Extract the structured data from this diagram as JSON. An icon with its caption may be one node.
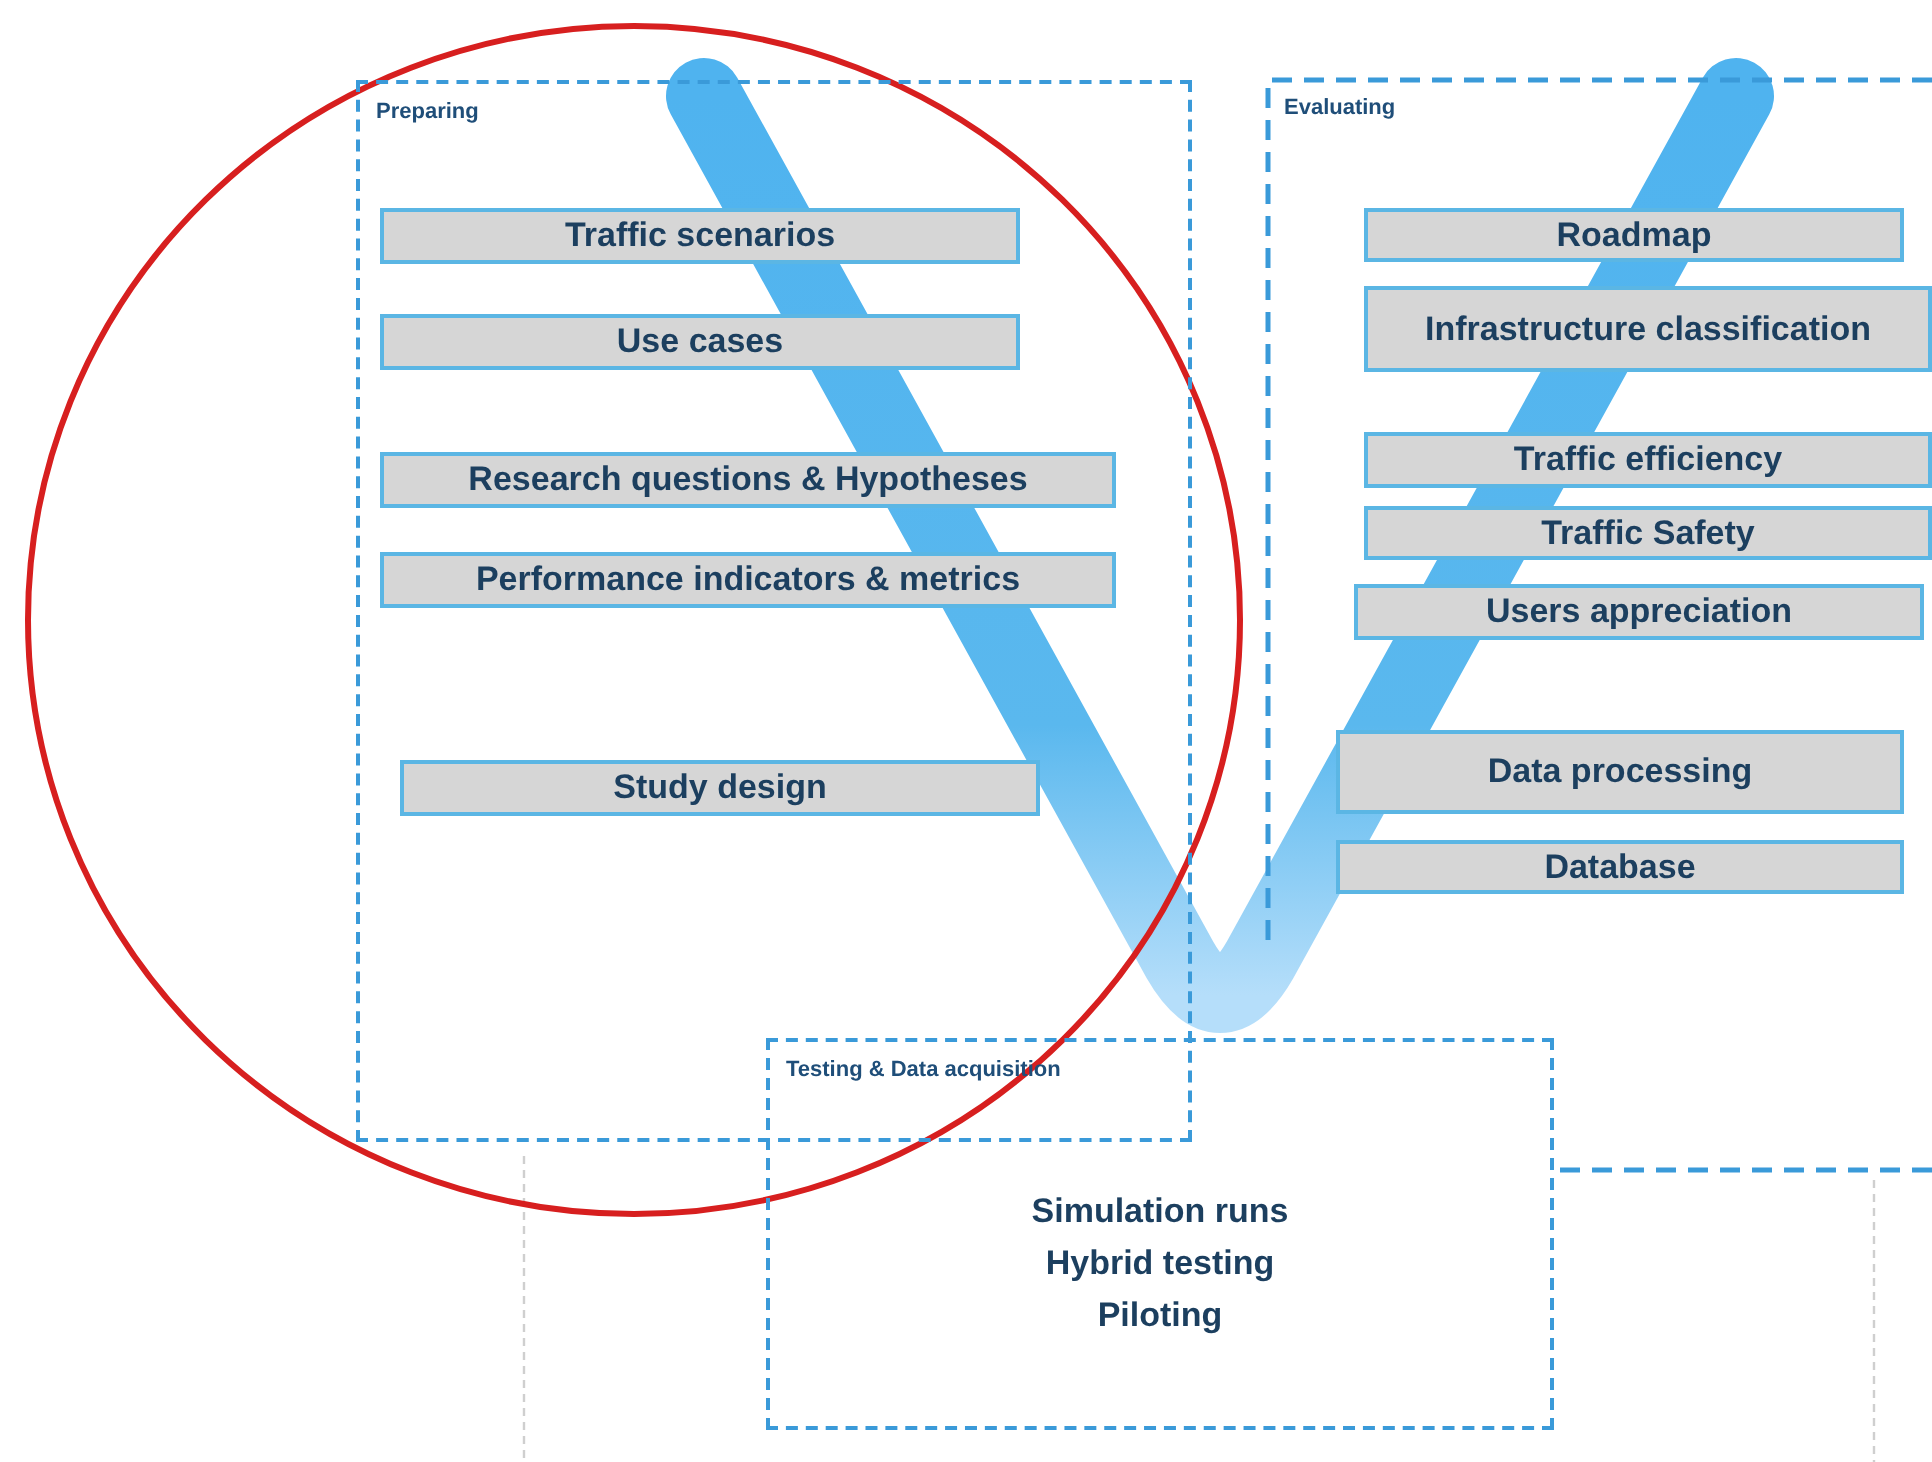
{
  "diagram": {
    "nodes": [
      {
        "text": [
          "Preparing"
        ]
      },
      {
        "text": [
          "Traffic scenarios"
        ],
        "in": 0
      },
      {
        "text": [
          "Use cases"
        ],
        "in": 0
      },
      {
        "text": [
          "Research questions & Hypotheses"
        ],
        "in": 0
      },
      {
        "text": [
          "Performance indicators & metrics"
        ],
        "in": 0
      },
      {
        "text": [
          "Study design"
        ],
        "in": 0
      },
      {
        "text": [
          "Evaluating"
        ]
      },
      {
        "text": [
          "Roadmap"
        ],
        "in": 6
      },
      {
        "text": [
          "Infrastructure classification"
        ],
        "in": 6
      },
      {
        "text": [
          "Traffic efficiency"
        ],
        "in": 6
      },
      {
        "text": [
          "Traffic Safety"
        ],
        "in": 6
      },
      {
        "text": [
          "Users appreciation"
        ],
        "in": 6
      },
      {
        "text": [
          "Data processing"
        ],
        "in": 6
      },
      {
        "text": [
          "Database"
        ],
        "in": 6
      },
      {
        "text": [
          "Testing & Data acquisition",
          "Simulation runs",
          "Hybrid testing",
          "Piloting"
        ]
      }
    ]
  }
}
